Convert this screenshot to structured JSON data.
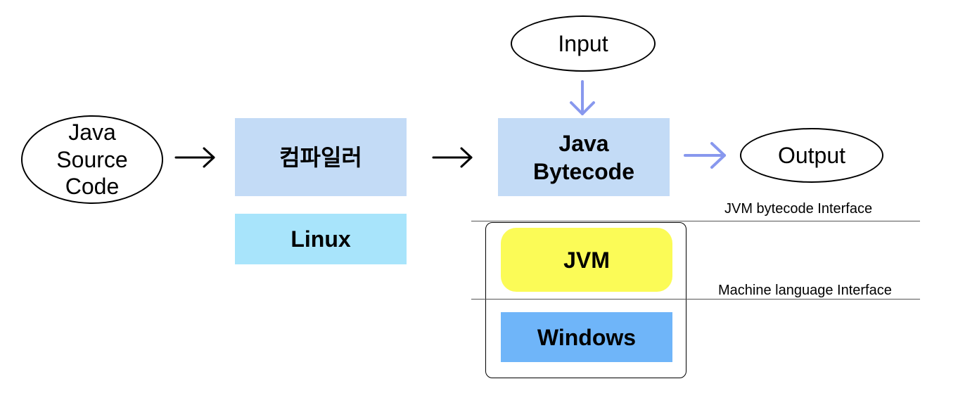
{
  "nodes": {
    "source": {
      "label": "Java\nSource\nCode"
    },
    "compiler": {
      "label": "컴파일러"
    },
    "linux": {
      "label": "Linux"
    },
    "bytecode": {
      "label": "Java\nBytecode"
    },
    "input": {
      "label": "Input"
    },
    "output": {
      "label": "Output"
    },
    "jvm": {
      "label": "JVM"
    },
    "windows": {
      "label": "Windows"
    }
  },
  "interfaces": {
    "jvm_bytecode": "JVM bytecode Interface",
    "machine_language": "Machine language Interface"
  },
  "colors": {
    "compiler_bg": "#c3dbf6",
    "bytecode_bg": "#c3dbf6",
    "linux_bg": "#a8e4fb",
    "jvm_bg": "#fbfb57",
    "windows_bg": "#6fb5f9",
    "accent_arrow": "#8898ee",
    "black_arrow": "#000000"
  }
}
